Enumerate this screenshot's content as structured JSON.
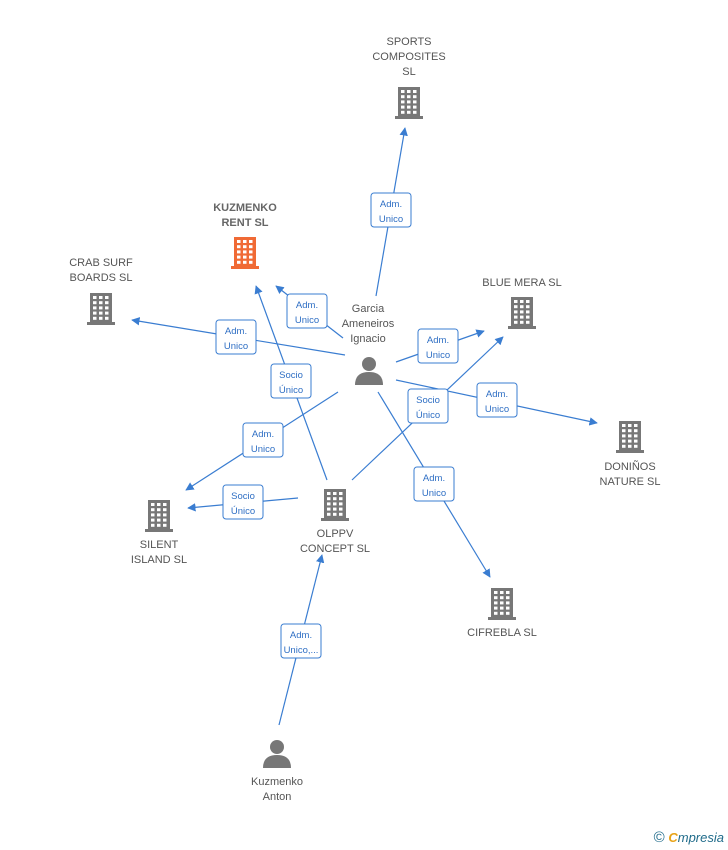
{
  "colors": {
    "edge": "#3a7dd1",
    "building": "#777777",
    "focus_building": "#f06a35",
    "person": "#777777"
  },
  "nodes": [
    {
      "id": "sports",
      "type": "company",
      "label": [
        "SPORTS",
        "COMPOSITES",
        "SL"
      ]
    },
    {
      "id": "kuzmenko_rent",
      "type": "company",
      "focus": true,
      "label": [
        "KUZMENKO",
        "RENT  SL"
      ]
    },
    {
      "id": "crab",
      "type": "company",
      "label": [
        "CRAB SURF",
        "BOARDS  SL"
      ]
    },
    {
      "id": "garcia",
      "type": "person",
      "label": [
        "Garcia",
        "Ameneiros",
        "Ignacio"
      ]
    },
    {
      "id": "bluemera",
      "type": "company",
      "label": [
        "BLUE MERA  SL"
      ]
    },
    {
      "id": "donino",
      "type": "company",
      "label": [
        "DONIÑOS",
        "NATURE  SL"
      ]
    },
    {
      "id": "silent",
      "type": "company",
      "label": [
        "SILENT",
        "ISLAND  SL"
      ]
    },
    {
      "id": "olppv",
      "type": "company",
      "label": [
        "OLPPV",
        "CONCEPT  SL"
      ]
    },
    {
      "id": "cifrebla",
      "type": "company",
      "label": [
        "CIFREBLA  SL"
      ]
    },
    {
      "id": "kuzmenko_anton",
      "type": "person",
      "label": [
        "Kuzmenko",
        "Anton"
      ]
    }
  ],
  "edges": [
    {
      "from": "garcia",
      "to": "sports",
      "label": [
        "Adm.",
        "Unico"
      ]
    },
    {
      "from": "garcia",
      "to": "kuzmenko_rent",
      "label": [
        "Adm.",
        "Unico"
      ]
    },
    {
      "from": "garcia",
      "to": "crab",
      "label": [
        "Adm.",
        "Unico"
      ]
    },
    {
      "from": "garcia",
      "to": "bluemera",
      "label": [
        "Adm.",
        "Unico"
      ]
    },
    {
      "from": "garcia",
      "to": "donino",
      "label": [
        "Adm.",
        "Unico"
      ]
    },
    {
      "from": "garcia",
      "to": "silent",
      "label": [
        "Adm.",
        "Unico"
      ]
    },
    {
      "from": "garcia",
      "to": "cifrebla",
      "label": [
        "Adm.",
        "Unico"
      ]
    },
    {
      "from": "olppv",
      "to": "kuzmenko_rent",
      "label": [
        "Socio",
        "Único"
      ]
    },
    {
      "from": "olppv",
      "to": "bluemera",
      "label": [
        "Socio",
        "Único"
      ]
    },
    {
      "from": "olppv",
      "to": "silent",
      "label": [
        "Socio",
        "Único"
      ]
    },
    {
      "from": "kuzmenko_anton",
      "to": "olppv",
      "label": [
        "Adm.",
        "Unico,..."
      ]
    }
  ],
  "watermark": {
    "copyright": "©",
    "brand_first": "C",
    "brand_rest": "mpresia"
  }
}
